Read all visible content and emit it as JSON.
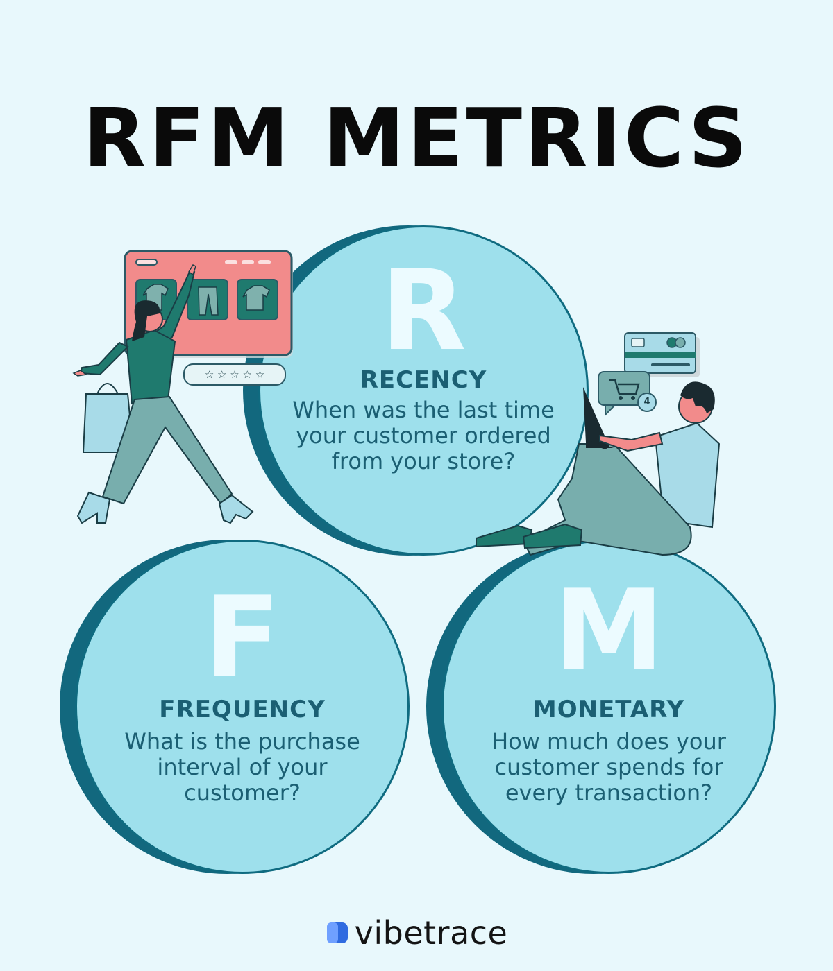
{
  "title": "RFM METRICS",
  "metrics": [
    {
      "letter": "R",
      "label": "RECENCY",
      "line1": "When was the last time",
      "line2": "your customer ordered",
      "line3": "from your store?"
    },
    {
      "letter": "F",
      "label": "FREQUENCY",
      "line1": "What is the purchase",
      "line2": "interval of your",
      "line3": "customer?"
    },
    {
      "letter": "M",
      "label": "MONETARY",
      "line1": "How much does your",
      "line2": "customer spends for",
      "line3": "every transaction?"
    }
  ],
  "illustrations": {
    "cart_badge": "4",
    "rating_stars": "☆ ☆ ☆ ☆ ☆"
  },
  "brand": {
    "name": "vibetrace"
  },
  "colors": {
    "background": "#e8f8fc",
    "circle_fill": "#9ee0ec",
    "circle_shadow": "#12687e",
    "text_teal": "#1b5f73",
    "screen_pink": "#f28b8b",
    "brand_blue": "#2f6be0"
  }
}
